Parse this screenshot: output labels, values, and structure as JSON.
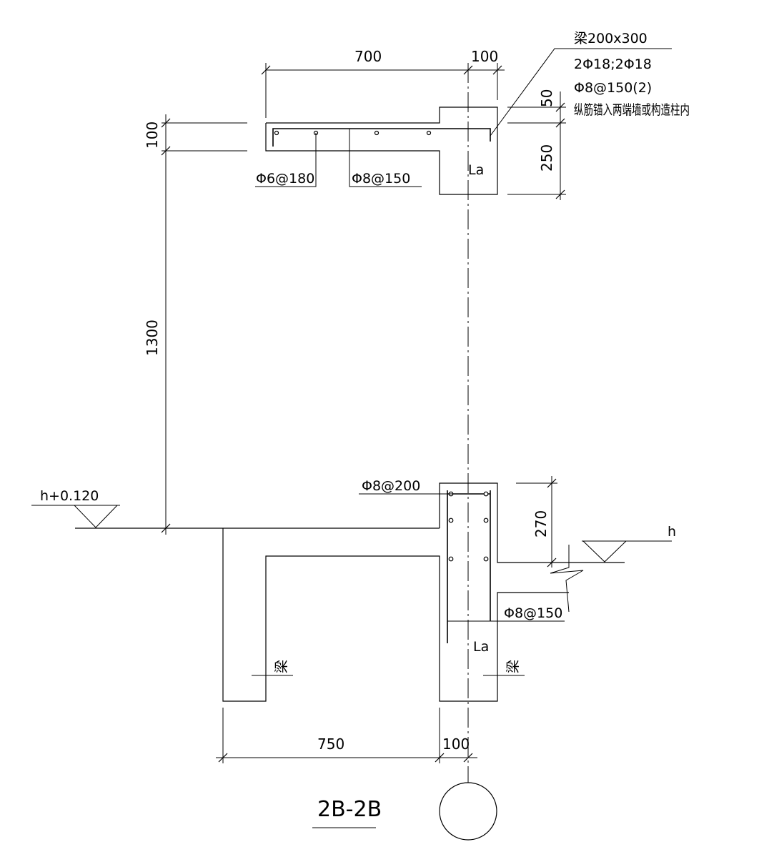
{
  "section_title": "2B-2B",
  "beam_note": {
    "line1": "梁200x300",
    "line2": "2Φ18;2Φ18",
    "line3": "Φ8@150(2)",
    "line4": "纵筋锚入两端墙或构造柱内"
  },
  "dimensions": {
    "top_width": "700",
    "top_right": "100",
    "slab_thickness": "100",
    "drop_50": "50",
    "drop_250": "250",
    "height_1300": "1300",
    "wall_270": "270",
    "bottom_width": "750",
    "bottom_right": "100"
  },
  "rebar_labels": {
    "slab_top": "Φ6@180",
    "slab_mid": "Φ8@150",
    "wall_top": "Φ8@200",
    "wall_side": "Φ8@150"
  },
  "anchor_label_top": "La",
  "anchor_label_bottom": "La",
  "beam_mark_left": "梁",
  "beam_mark_right": "梁",
  "level_left": "h+0.120",
  "level_right": "h"
}
